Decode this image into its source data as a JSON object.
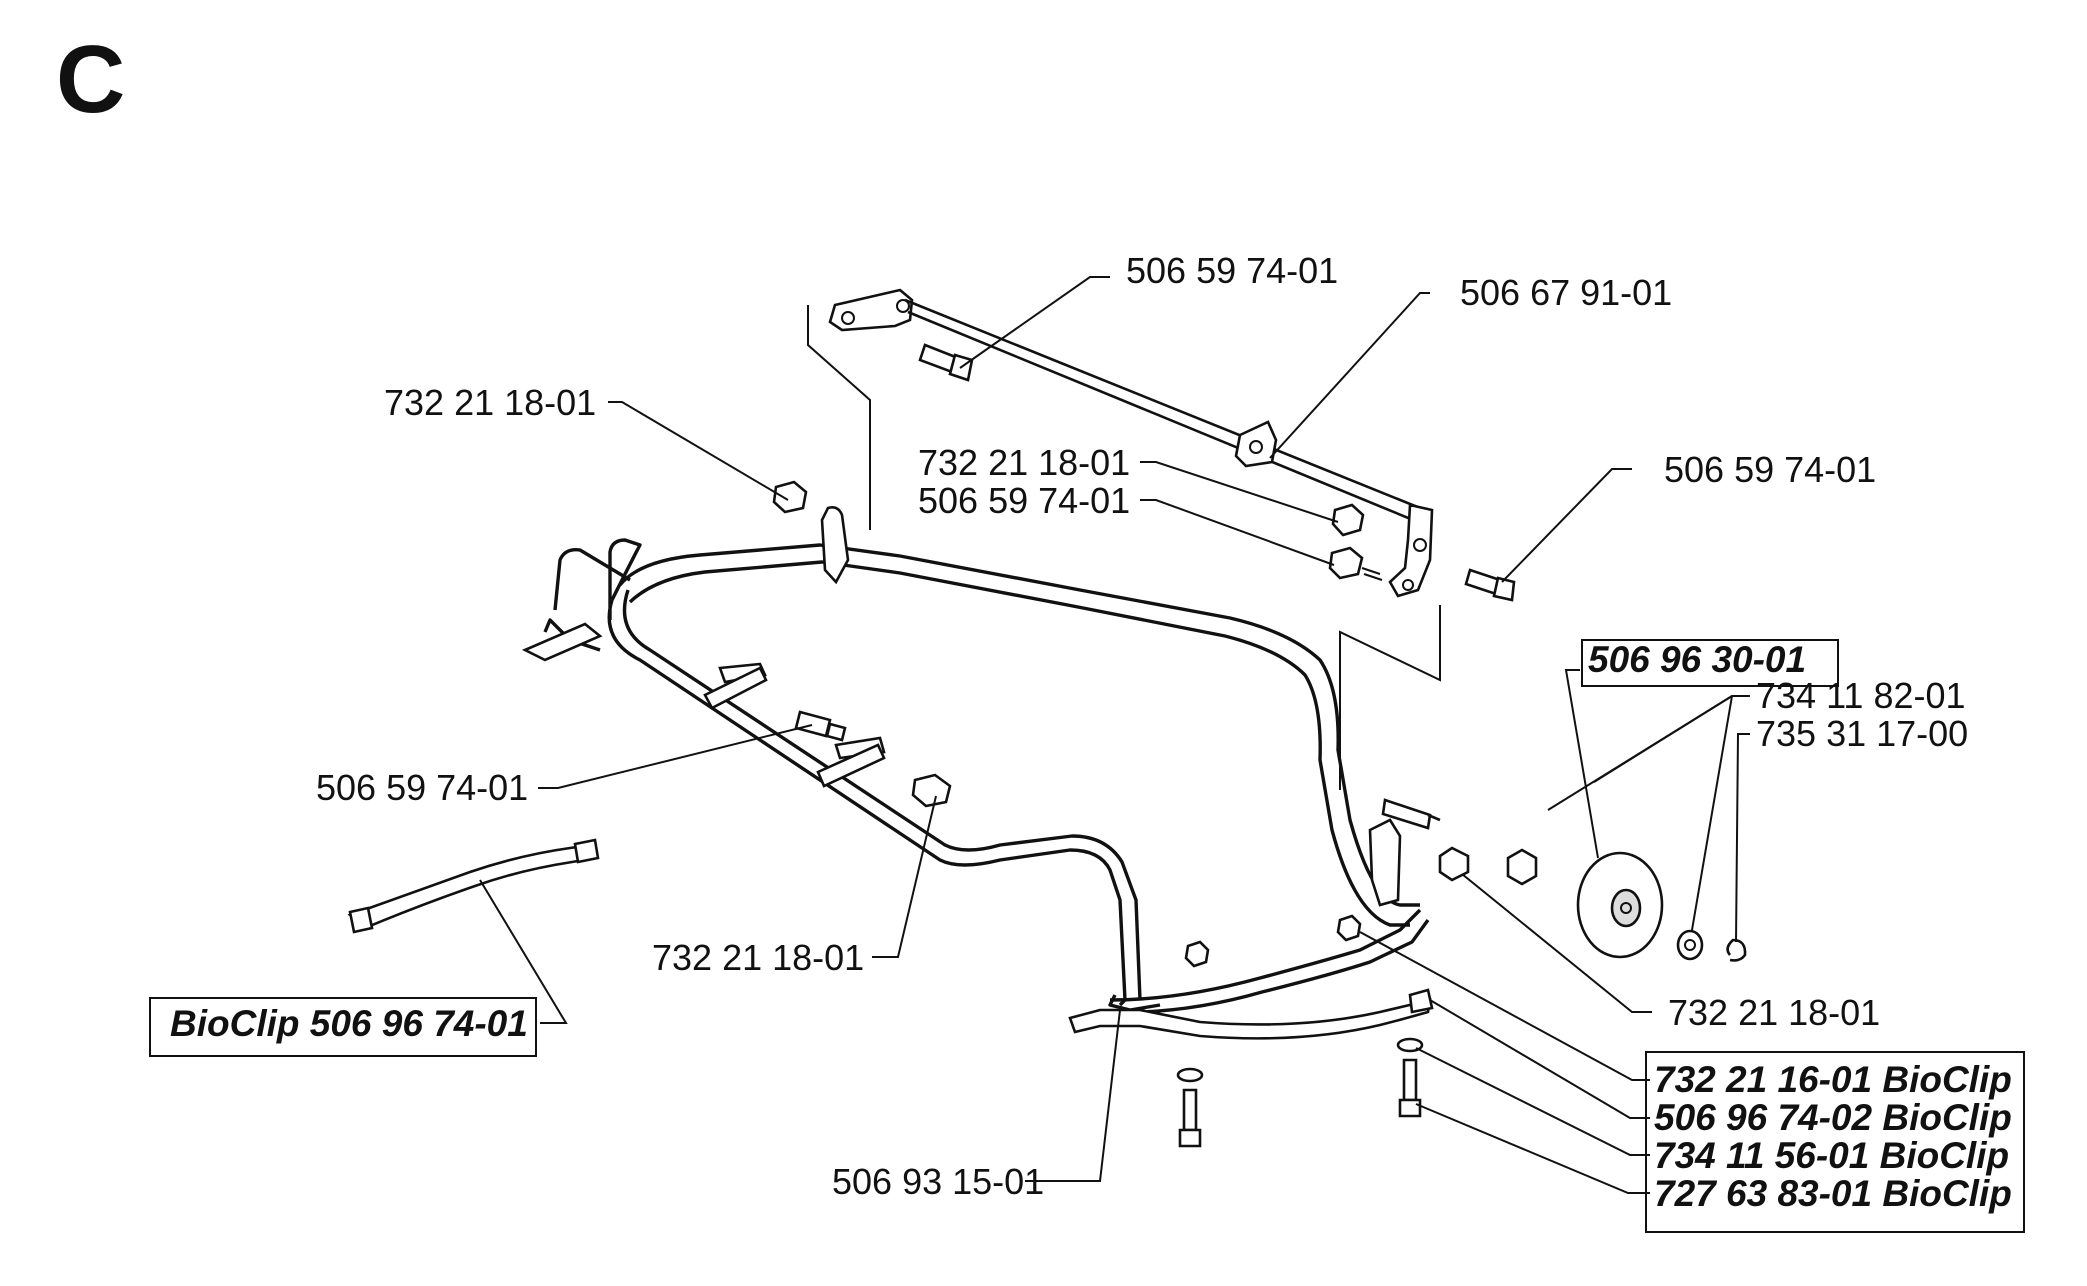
{
  "section_letter": "C",
  "labels": {
    "a": "506 59 74-01",
    "b": "506 67 91-01",
    "c": "732 21 18-01",
    "d": "732 21 18-01",
    "e": "506 59 74-01",
    "f": "506 59 74-01",
    "g": "506 96 30-01",
    "h": "734 11 82-01",
    "i": "735 31 17-00",
    "j": "506 59 74-01",
    "k": "732 21 18-01",
    "l": "732 21 18-01",
    "m": "BioClip 506 96 74-01",
    "n": "732 21 16-01 BioClip",
    "o": "506 96 74-02 BioClip",
    "p": "734 11 56-01 BioClip",
    "q": "727 63 83-01 BioClip",
    "r": "506 93 15-01"
  }
}
